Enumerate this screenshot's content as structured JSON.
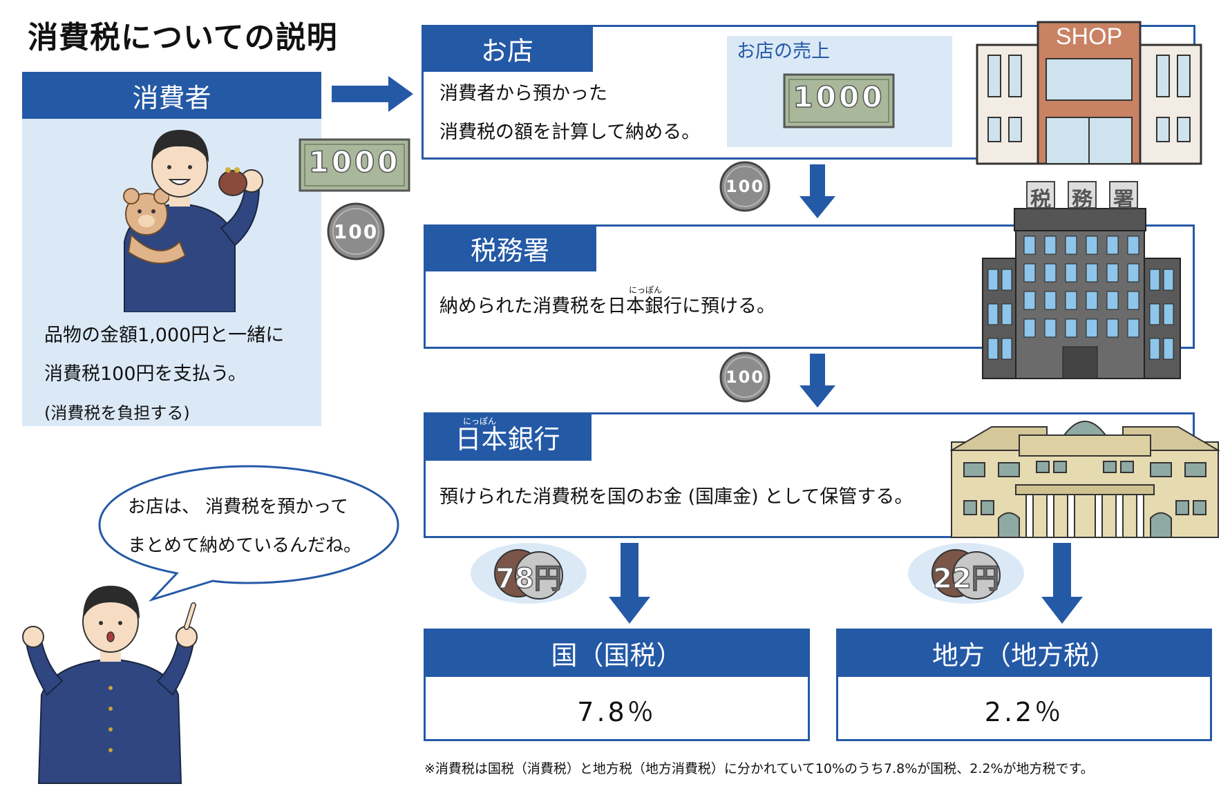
{
  "title": "消費税についての説明",
  "consumer": {
    "label": "消費者",
    "line1": "品物の金額1,000円と一緒に",
    "line2": "消費税100円を支払う。",
    "line3": "(消費税を負担する)"
  },
  "store": {
    "label": "お店",
    "line1": "消費者から預かった",
    "line2": "消費税の額を計算して納める。",
    "sales_label": "お店の売上",
    "sign": "SHOP"
  },
  "tax_office": {
    "label": "税務署",
    "text": "納められた消費税を日本銀行に預ける。",
    "ruby": "にっぽん",
    "sign_chars": [
      "税",
      "務",
      "署"
    ]
  },
  "bank": {
    "label": "日本銀行",
    "ruby": "にっぽん",
    "text": "預けられた消費税を国のお金 (国庫金) として保管する。"
  },
  "money": {
    "bill": "1000",
    "coin": "100",
    "national_coin": "78円",
    "local_coin": "22円"
  },
  "national": {
    "label": "国（国税）",
    "percent": "7.8％"
  },
  "local": {
    "label": "地方（地方税）",
    "percent": "2.2％"
  },
  "speech": {
    "line1": "お店は、 消費税を預かって",
    "line2": "まとめて納めているんだね。"
  },
  "footnote": "※消費税は国税（消費税）と地方税（地方消費税）に分かれていて10%のうち7.8%が国税、2.2%が地方税です。",
  "colors": {
    "primary": "#2459a6",
    "light_blue": "#dbe9f7"
  },
  "icons": [
    "bill-icon",
    "coin-icon",
    "shop-building-icon",
    "tax-office-building-icon",
    "bank-building-icon",
    "arrow-right-icon",
    "arrow-down-icon",
    "student-icon"
  ]
}
